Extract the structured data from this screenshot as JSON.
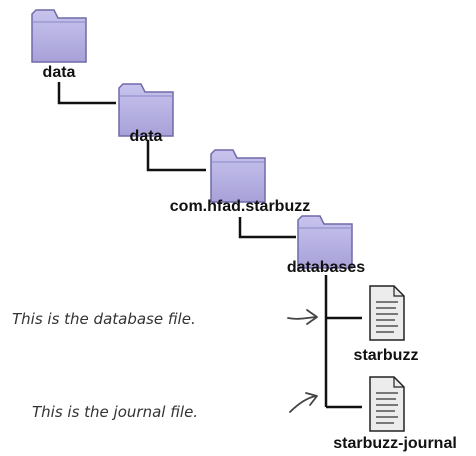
{
  "tree": {
    "folders": [
      {
        "label": "data",
        "icon": "folder-icon"
      },
      {
        "label": "data",
        "icon": "folder-icon"
      },
      {
        "label": "com.hfad.starbuzz",
        "icon": "folder-icon"
      },
      {
        "label": "databases",
        "icon": "folder-icon"
      }
    ],
    "files": [
      {
        "label": "starbuzz",
        "icon": "document-icon"
      },
      {
        "label": "starbuzz-journal",
        "icon": "document-icon"
      }
    ]
  },
  "annotations": {
    "database_file": "This is the database file.",
    "journal_file": "This is the journal file."
  },
  "colors": {
    "folder_fill": "#b9b4e3",
    "folder_stroke": "#6f6aa8",
    "document_fill": "#ececec",
    "connector": "#111111"
  }
}
